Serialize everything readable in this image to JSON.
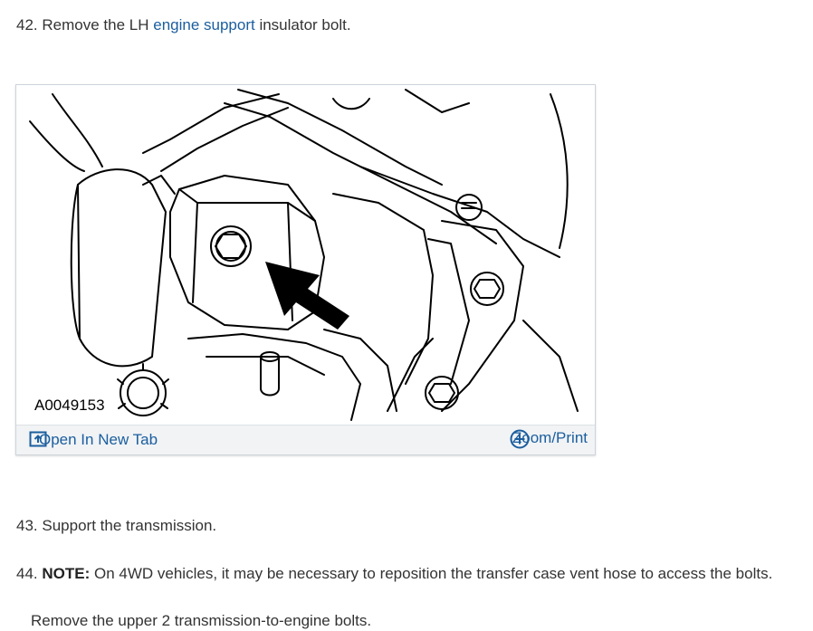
{
  "step42": {
    "number": "42.",
    "text_before": "Remove the LH",
    "link_text": "engine support",
    "text_after": "insulator bolt."
  },
  "figure": {
    "id_label": "A0049153",
    "open_tab_label": "Open In New Tab",
    "zoom_label": "Zoom/Print",
    "open_tab_icon": "open-in-new-tab-icon",
    "zoom_icon": "circle-plus-icon"
  },
  "step43": {
    "number": "43.",
    "text": "Support the transmission."
  },
  "step44": {
    "number": "44.",
    "note_label": "NOTE:",
    "note_text": "On 4WD vehicles, it may be necessary to reposition the transfer case vent hose to access the bolts.",
    "instruction": "Remove the upper 2 transmission-to-engine bolts."
  },
  "colors": {
    "link": "#1b5e9e",
    "text": "#333333",
    "bar_background": "#f1f3f5"
  }
}
